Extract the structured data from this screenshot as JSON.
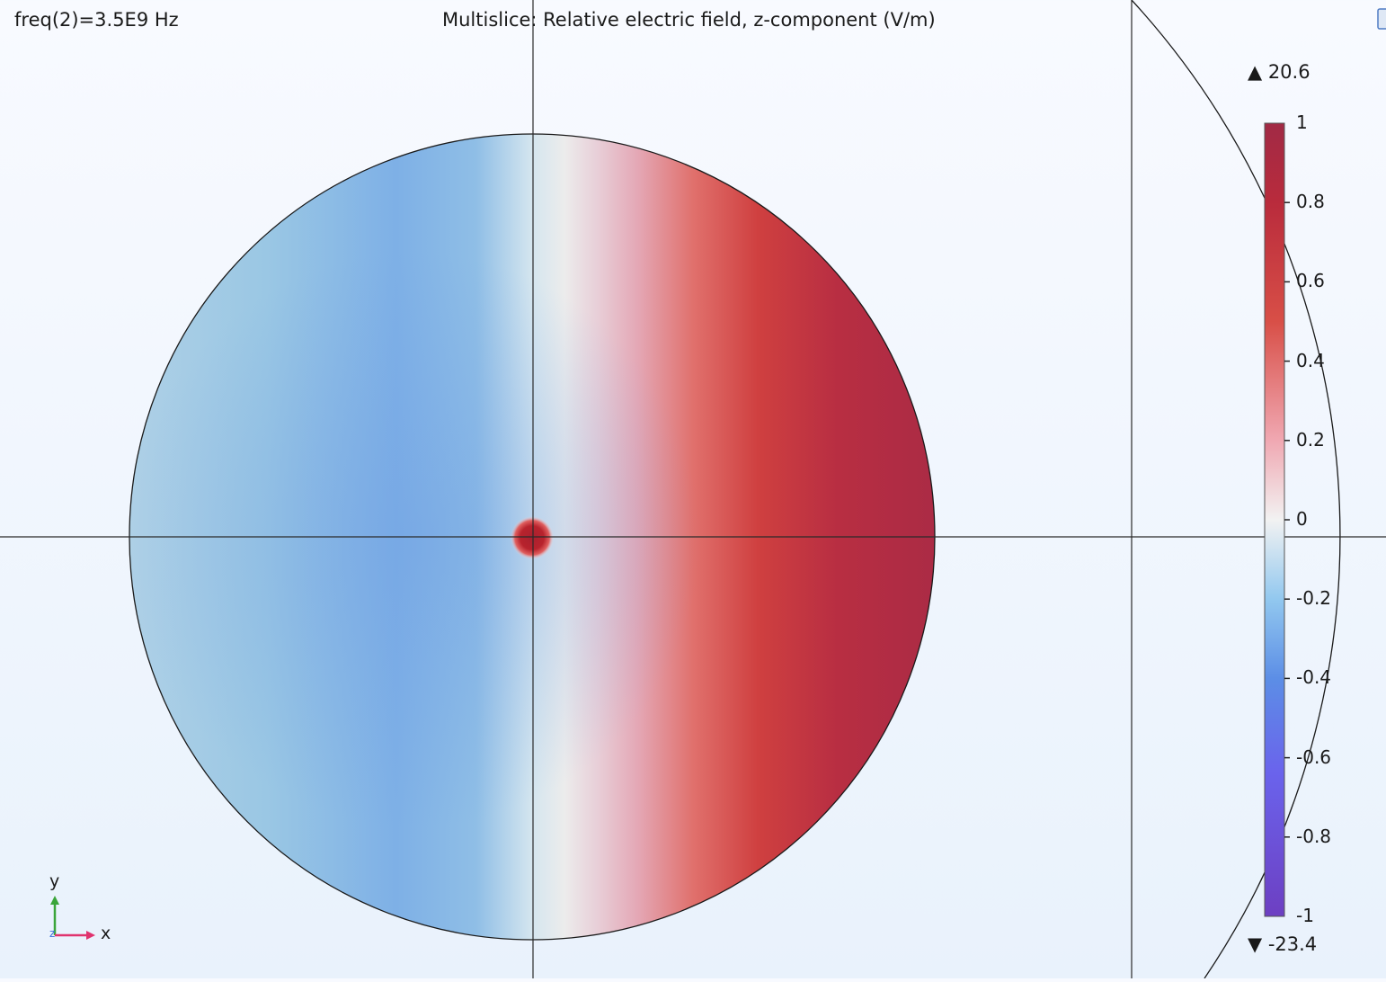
{
  "plot": {
    "freq_label": "freq(2)=3.5E9 Hz",
    "title": "Multislice: Relative electric field, z-component (V/m)"
  },
  "colorbar": {
    "max_label": "▲ 20.6",
    "min_label": "▼ -23.4",
    "ticks": [
      "1",
      "0.8",
      "0.6",
      "0.4",
      "0.2",
      "0",
      "-0.2",
      "-0.4",
      "-0.6",
      "-0.8",
      "-1"
    ],
    "colors": {
      "top": "#a12a45",
      "zero": "#f2f2f2",
      "bottom": "#6d3fc2"
    }
  },
  "axes_indicator": {
    "x": "x",
    "y": "y",
    "z": "z",
    "x_color": "#e0336e",
    "y_color": "#3aa53a",
    "z_color": "#3a6fd8"
  },
  "icons": {
    "corner": "window-edge-icon"
  }
}
